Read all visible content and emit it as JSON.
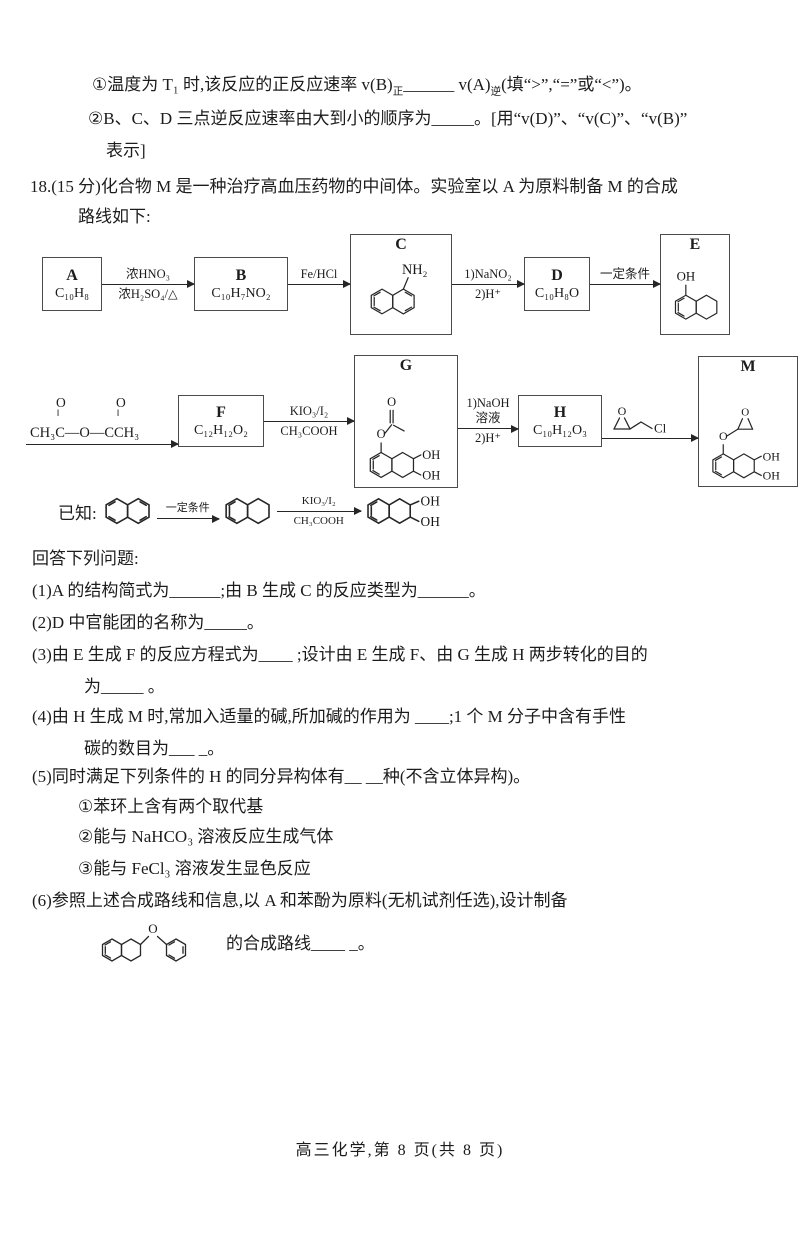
{
  "page": {
    "footer": "高三化学,第 8 页(共 8 页)"
  },
  "top_block": {
    "l1_a": "①温度为 T₁ 时,该反应的正反应速率 v(B)",
    "l1_sub1": "正",
    "l1_blank": "______",
    "l1_b": " v(A)",
    "l1_sub2": "逆",
    "l1_c": "(填“>”,“=”或“<”)。",
    "l2": "②B、C、D 三点逆反应速率由大到小的顺序为_____。[用“v(D)”、“v(C)”、“v(B)”",
    "l3": "表示]"
  },
  "q18": {
    "l1": "18.(15 分)化合物 M 是一种治疗高血压药物的中间体。实验室以 A 为原料制备 M 的合成",
    "l2": "路线如下:"
  },
  "scheme1": {
    "box_a": {
      "label": "A",
      "formula": "C₁₀H₈"
    },
    "arrow1": {
      "top": "浓HNO₃",
      "bottom": "浓H₂SO₄/△"
    },
    "box_b": {
      "label": "B",
      "formula": "C₁₀H₇NO₂"
    },
    "arrow2": {
      "top": "Fe/HCl",
      "bottom": ""
    },
    "box_c": {
      "label": "C",
      "group": "NH₂"
    },
    "arrow3": {
      "top": "1)NaNO₂",
      "bottom": "2)H⁺"
    },
    "box_d": {
      "label": "D",
      "formula": "C₁₀H₈O"
    },
    "arrow4": {
      "top": "一定条件",
      "bottom": ""
    },
    "box_e": {
      "label": "E",
      "group": "OH"
    }
  },
  "scheme2": {
    "anhydride": {
      "o_left": "O",
      "o_right": "O",
      "db_left": "‖",
      "db_right": "‖",
      "chain": "CH₃C—O—CCH₃"
    },
    "box_f": {
      "label": "F",
      "formula": "C₁₂H₁₂O₂"
    },
    "arrow5": {
      "top": "KIO₃/I₂",
      "bottom": "CH₃COOH"
    },
    "box_g": {
      "label": "G",
      "carbonyl_o": "O",
      "ester_o": "O",
      "oh_top": "OH",
      "oh_bottom": "OH"
    },
    "arrow6": {
      "top1": "1)NaOH",
      "top2": "溶液",
      "bottom": "2)H⁺"
    },
    "box_h": {
      "label": "H",
      "formula": "C₁₀H₁₂O₃"
    },
    "arrow7": {
      "epoxide_o": "O",
      "cl": "Cl"
    },
    "box_m": {
      "label": "M",
      "ether_o": "O",
      "epoxide_o": "O",
      "oh_top": "OH",
      "oh_bottom": "OH"
    }
  },
  "known": {
    "prefix": "已知:",
    "arrow1_top": "一定条件",
    "arrow2_top": "KIO₃/I₂",
    "arrow2_bottom": "CH₃COOH",
    "oh_top": "OH",
    "oh_bottom": "OH"
  },
  "questions": {
    "intro": "回答下列问题:",
    "q1": "(1)A 的结构简式为______;由 B 生成 C 的反应类型为______。",
    "q2": "(2)D 中官能团的名称为_____。",
    "q3_l1": "(3)由 E 生成 F 的反应方程式为____ ;设计由 E 生成 F、由 G 生成 H 两步转化的目的",
    "q3_l2": "为_____ 。",
    "q4_l1": "(4)由 H 生成 M 时,常加入适量的碱,所加碱的作用为 ____;1 个 M 分子中含有手性",
    "q4_l2": "碳的数目为___ _。",
    "q5": "(5)同时满足下列条件的 H 的同分异构体有__  __种(不含立体异构)。",
    "q5_s1": "①苯环上含有两个取代基",
    "q5_s2": "②能与 NaHCO₃ 溶液反应生成气体",
    "q5_s3": "③能与 FeCl₃ 溶液发生显色反应",
    "q6_l1": "(6)参照上述合成路线和信息,以 A 和苯酚为原料(无机试剂任选),设计制备",
    "q6_o": "O",
    "q6_tail": "的合成路线____ _。"
  }
}
